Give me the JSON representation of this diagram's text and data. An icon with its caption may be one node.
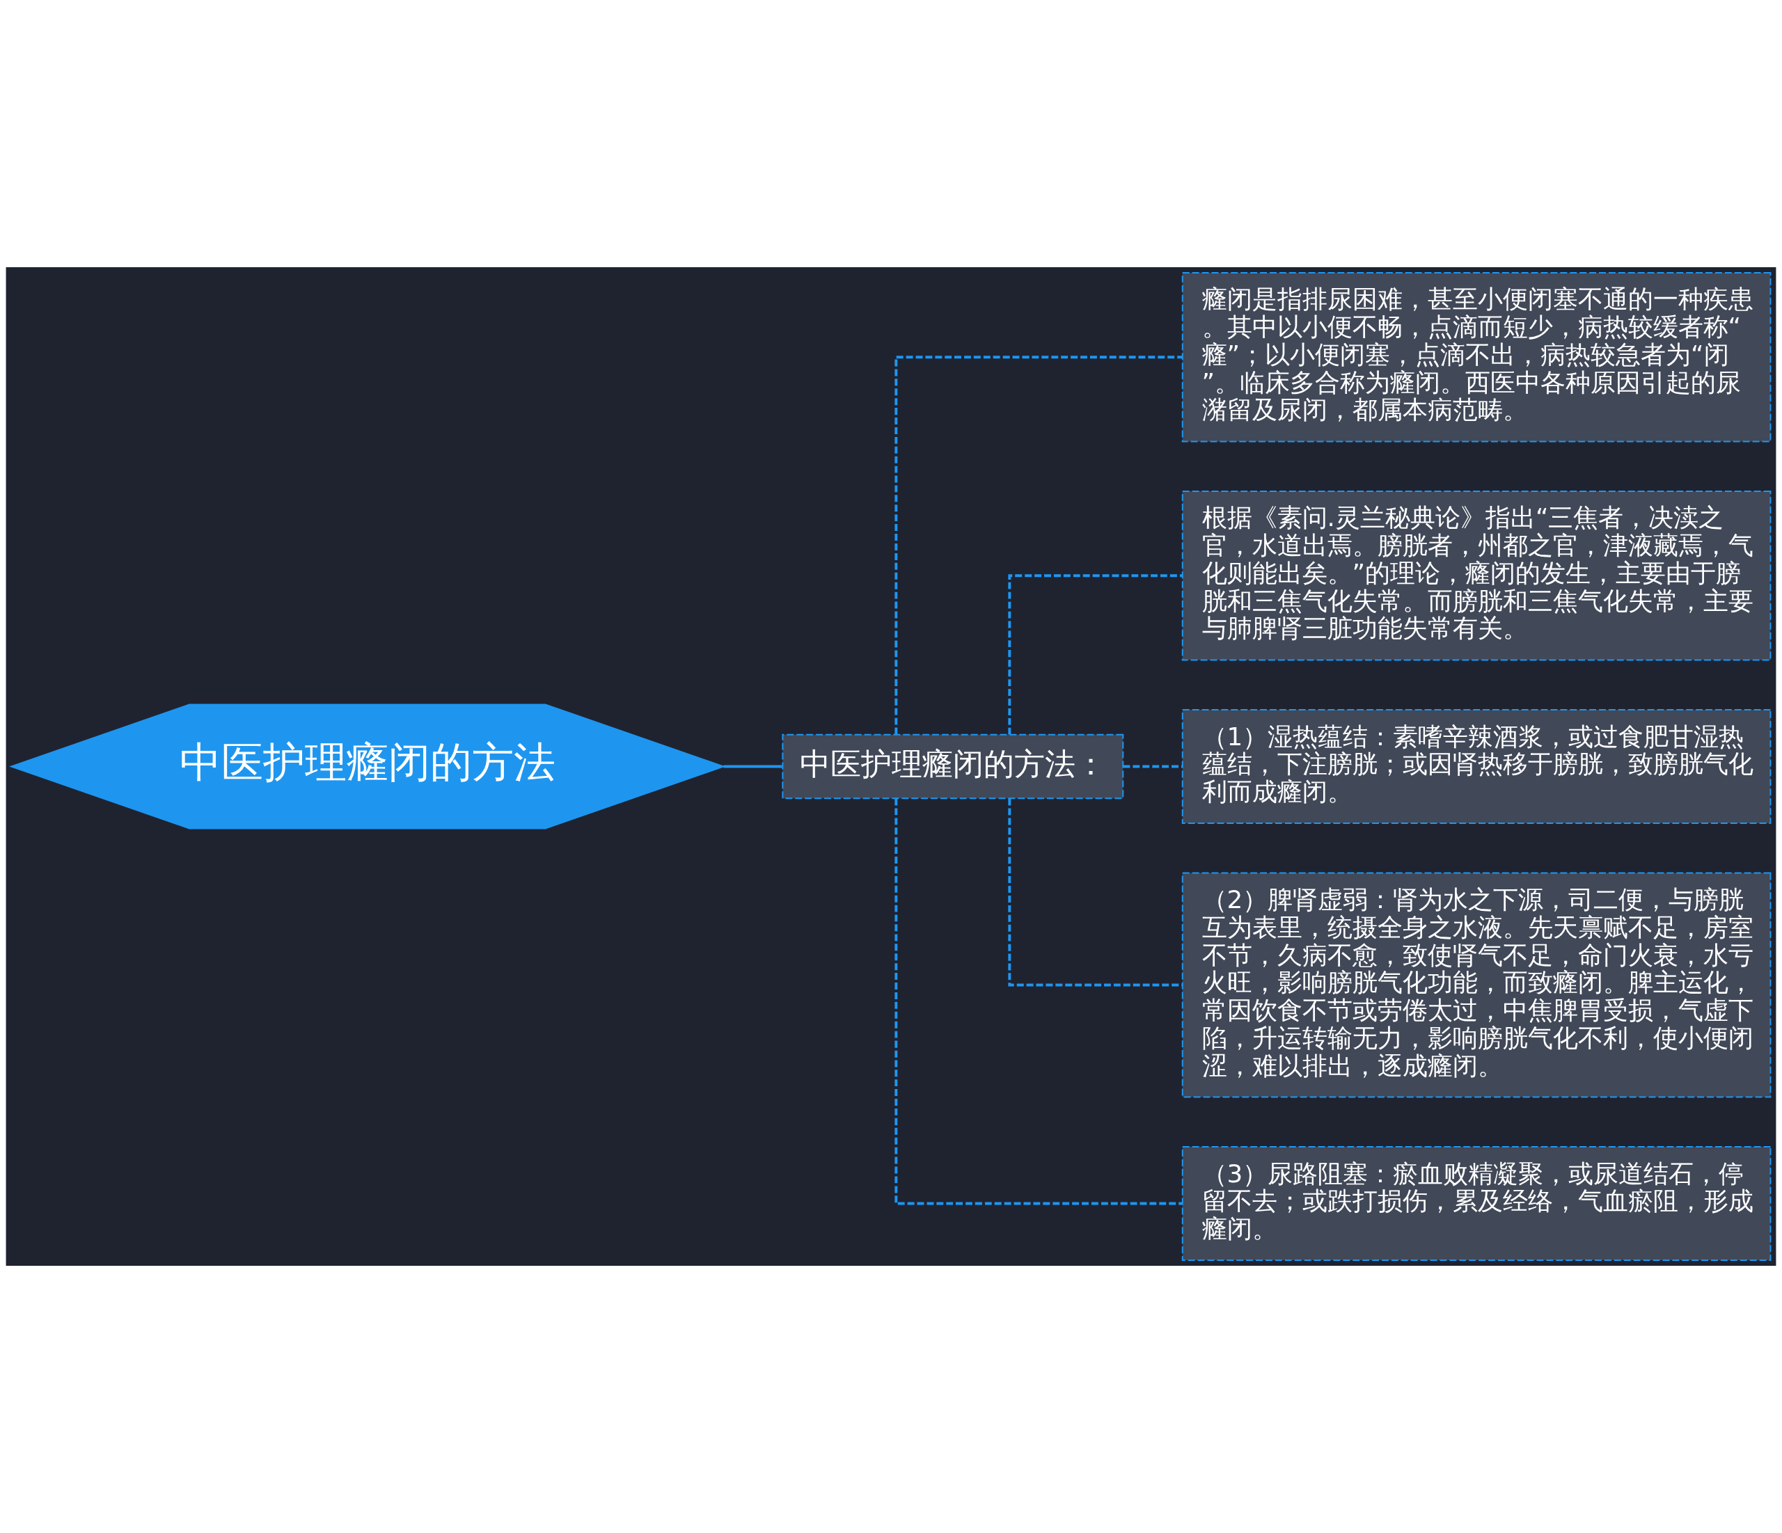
{
  "diagram": {
    "nodes": [
      {
        "text": [
          "中医护理癃闭的方法"
        ]
      },
      {
        "text": [
          "中医护理癃闭的方法："
        ]
      },
      {
        "text": [
          "癃闭是指排尿困难，甚至小便闭塞不通的一种疾患。其中以小便不畅，点滴而短少，病热较缓者称“癃”；以小便闭塞，点滴不出，病热较急者为“闭”。临床多合称为癃闭。西医中各种原因引起的尿潴留及尿闭，都属本病范畴。"
        ]
      },
      {
        "text": [
          "根据《素问.灵兰秘典论》指出“三焦者，决渎之官，水道出焉。膀胱者，州都之官，津液藏焉，气化则能出矣。”的理论，癃闭的发生，主要由于膀胱和三焦气化失常。而膀胱和三焦气化失常，主要与肺脾肾三脏功能失常有关。"
        ]
      },
      {
        "text": [
          "（1）湿热蕴结：素嗜辛辣酒浆，或过食肥甘湿热蕴结，下注膀胱；或因肾热移于膀胱，致膀胱气化利而成癃闭。"
        ]
      },
      {
        "text": [
          "（2）脾肾虚弱：肾为水之下源，司二便，与膀胱互为表里，统摄全身之水液。先天禀赋不足，房室不节，久病不愈，致使肾气不足，命门火衰，水亏火旺，影响膀胱气化功能，而致癃闭。脾主运化，常因饮食不节或劳倦太过，中焦脾胃受损，气虚下陷，升运转输无力，影响膀胱气化不利，使小便闭涩，难以排出，逐成癃闭。"
        ]
      },
      {
        "text": [
          "（3）尿路阻塞：瘀血败精凝聚，或尿道结石，停留不去；或跌打损伤，累及经络，气血瘀阻，形成癃闭。"
        ]
      }
    ],
    "edges": [
      {
        "from": 0,
        "to": 1,
        "arrow": "none"
      },
      {
        "from": 1,
        "to": 2,
        "arrow": "none",
        "style": "dashed"
      },
      {
        "from": 1,
        "to": 3,
        "arrow": "none",
        "style": "dashed"
      },
      {
        "from": 1,
        "to": 4,
        "arrow": "none",
        "style": "dashed"
      },
      {
        "from": 1,
        "to": 5,
        "arrow": "none",
        "style": "dashed"
      },
      {
        "from": 1,
        "to": 6,
        "arrow": "none",
        "style": "dashed"
      }
    ]
  }
}
